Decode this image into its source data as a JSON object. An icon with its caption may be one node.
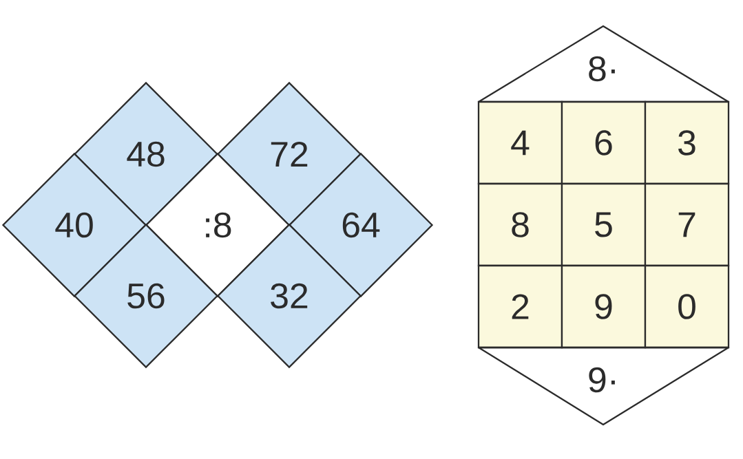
{
  "diagram": {
    "nodes": [
      {
        "text": [
          "48"
        ]
      },
      {
        "text": [
          "72"
        ]
      },
      {
        "text": [
          "40"
        ]
      },
      {
        "text": [
          ":8"
        ]
      },
      {
        "text": [
          "64"
        ]
      },
      {
        "text": [
          "56"
        ]
      },
      {
        "text": [
          "32"
        ]
      },
      {
        "text": [
          "8·"
        ]
      },
      {
        "text": [
          "4"
        ]
      },
      {
        "text": [
          "6"
        ]
      },
      {
        "text": [
          "3"
        ]
      },
      {
        "text": [
          "8"
        ]
      },
      {
        "text": [
          "5"
        ]
      },
      {
        "text": [
          "7"
        ]
      },
      {
        "text": [
          "2"
        ]
      },
      {
        "text": [
          "9"
        ]
      },
      {
        "text": [
          "0"
        ]
      },
      {
        "text": [
          "9·"
        ]
      }
    ]
  }
}
